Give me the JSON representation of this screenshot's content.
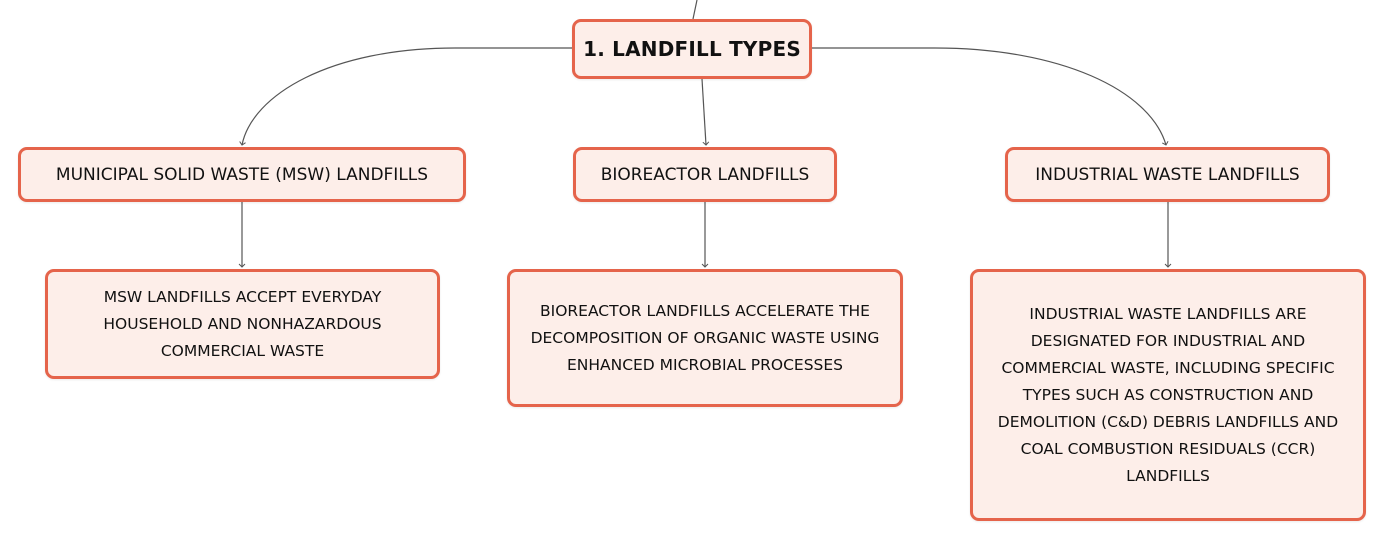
{
  "root": {
    "label": "1. LANDFILL TYPES"
  },
  "branches": [
    {
      "label": "MUNICIPAL SOLID WASTE (MSW) LANDFILLS",
      "detail": "MSW LANDFILLS ACCEPT EVERYDAY HOUSEHOLD AND NONHAZARDOUS COMMERCIAL WASTE"
    },
    {
      "label": "BIOREACTOR LANDFILLS",
      "detail": "BIOREACTOR LANDFILLS ACCELERATE THE DECOMPOSITION OF ORGANIC WASTE USING ENHANCED MICROBIAL PROCESSES"
    },
    {
      "label": "INDUSTRIAL WASTE LANDFILLS",
      "detail": "INDUSTRIAL WASTE LANDFILLS ARE DESIGNATED FOR INDUSTRIAL AND COMMERCIAL WASTE, INCLUDING SPECIFIC TYPES SUCH AS CONSTRUCTION AND DEMOLITION (C&D) DEBRIS LANDFILLS AND COAL COMBUSTION RESIDUALS (CCR) LANDFILLS"
    }
  ],
  "colors": {
    "node_fill": "#fdeee9",
    "node_border": "#e5644b",
    "connector": "#555555"
  }
}
